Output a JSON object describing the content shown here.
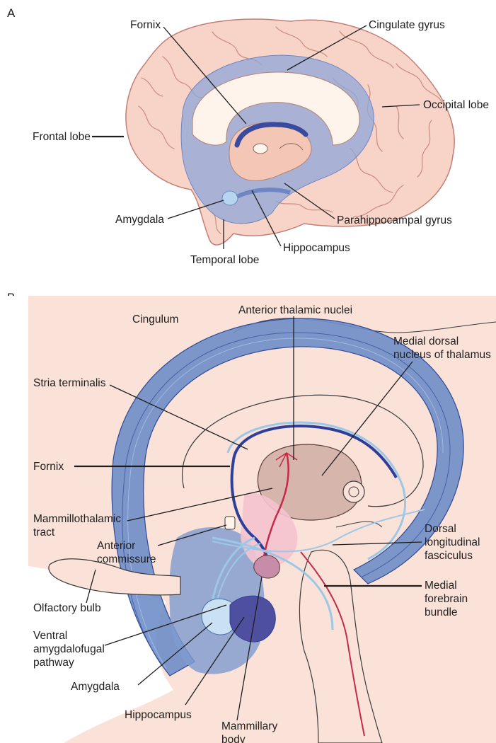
{
  "panel_a": {
    "letter": "A",
    "labels": {
      "fornix": "Fornix",
      "cingulate_gyrus": "Cingulate gyrus",
      "frontal_lobe": "Frontal lobe",
      "occipital_lobe": "Occipital lobe",
      "amygdala": "Amygdala",
      "parahippocampal_gyrus": "Parahippocampal gyrus",
      "hippocampus": "Hippocampus",
      "temporal_lobe": "Temporal lobe"
    }
  },
  "panel_b": {
    "letter": "B",
    "labels": {
      "cingulum": "Cingulum",
      "anterior_thalamic_nuclei": "Anterior thalamic nuclei",
      "medial_dorsal_1": "Medial dorsal",
      "medial_dorsal_2": "nucleus of thalamus",
      "stria_terminalis": "Stria terminalis",
      "fornix": "Fornix",
      "mammillothalamic_1": "Mammillothalamic",
      "mammillothalamic_2": "tract",
      "anterior_commissure_1": "Anterior",
      "anterior_commissure_2": "commissure",
      "dorsal_long_1": "Dorsal",
      "dorsal_long_2": "longitudinal",
      "dorsal_long_3": "fasciculus",
      "mfb_1": "Medial",
      "mfb_2": "forebrain",
      "mfb_3": "bundle",
      "olfactory_bulb": "Olfactory bulb",
      "vaf_1": "Ventral",
      "vaf_2": "amygdalofugal",
      "vaf_3": "pathway",
      "amygdala": "Amygdala",
      "hippocampus": "Hippocampus",
      "mammillary_1": "Mammillary",
      "mammillary_2": "body"
    }
  },
  "colors": {
    "brain_pink": "#f7d3c8",
    "limbic_blue": "#8fa7d8",
    "deep_blue": "#2e3f9a",
    "light_blue": "#9cc7e6",
    "red_tract": "#c8284a",
    "panel_b_bg": "#fbe2d8"
  }
}
